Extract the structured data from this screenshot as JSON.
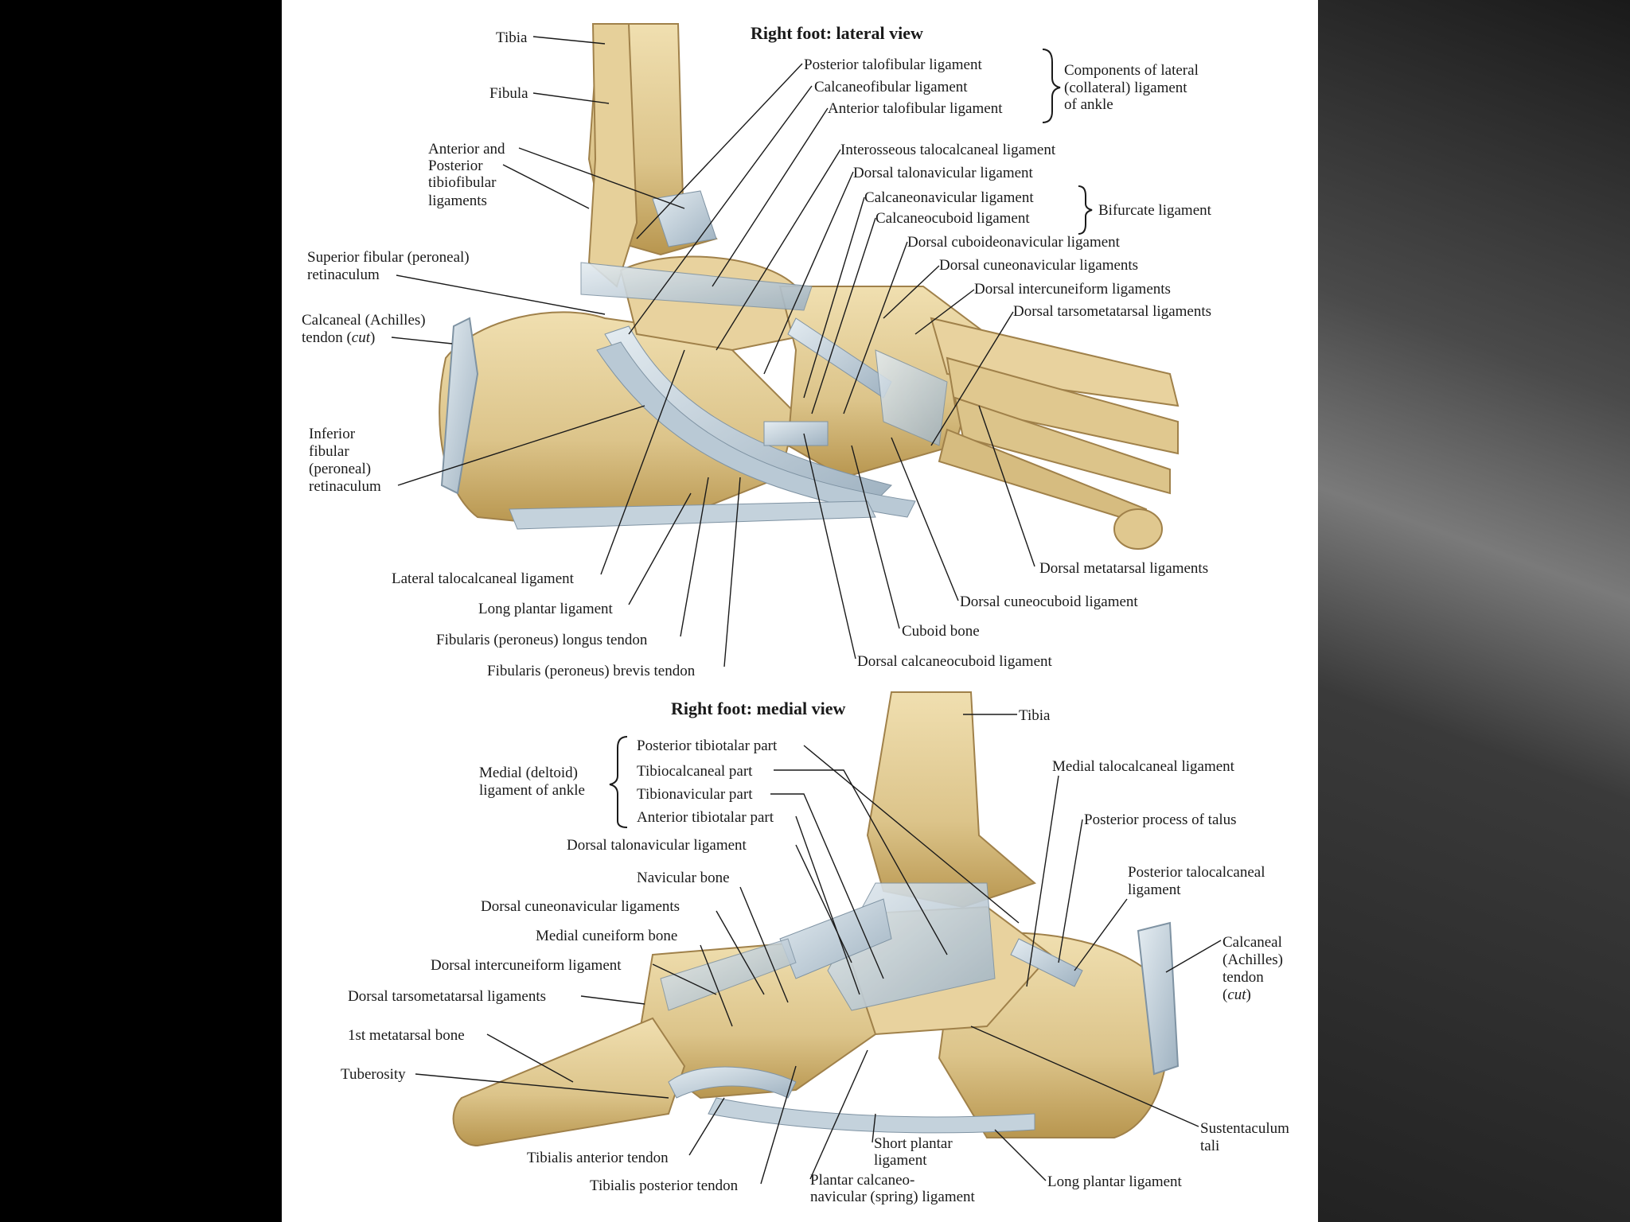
{
  "lateral": {
    "title": "Right foot: lateral view",
    "labels": {
      "tibia": "Tibia",
      "fibula": "Fibula",
      "ant_post_tibiofib_1": "Anterior and",
      "ant_post_tibiofib_2": "Posterior",
      "ant_post_tibiofib_3": "tibiofibular",
      "ant_post_tibiofib_4": "ligaments",
      "sup_fib_ret_1": "Superior fibular (peroneal)",
      "sup_fib_ret_2": "retinaculum",
      "achilles_1": "Calcaneal (Achilles)",
      "achilles_2": "tendon (",
      "achilles_cut": "cut",
      "achilles_3": ")",
      "inf_fib_ret_1": "Inferior",
      "inf_fib_ret_2": "fibular",
      "inf_fib_ret_3": "(peroneal)",
      "inf_fib_ret_4": "retinaculum",
      "post_talofib": "Posterior talofibular ligament",
      "calcaneofib": "Calcaneofibular ligament",
      "ant_talofib": "Anterior talofibular ligament",
      "lat_collat_1": "Components of lateral",
      "lat_collat_2": "(collateral) ligament",
      "lat_collat_3": "of ankle",
      "interosseous": "Interosseous talocalcaneal ligament",
      "dorsal_talonav": "Dorsal talonavicular ligament",
      "calcaneonav": "Calcaneonavicular ligament",
      "calcaneocub": "Calcaneocuboid ligament",
      "bifurcate": "Bifurcate ligament",
      "dorsal_cuboidnav": "Dorsal cuboideonavicular ligament",
      "dorsal_cuneonav": "Dorsal cuneonavicular ligaments",
      "dorsal_intercun": "Dorsal intercuneiform ligaments",
      "dorsal_tarsomet": "Dorsal tarsometatarsal ligaments",
      "dorsal_metatarsal": "Dorsal metatarsal ligaments",
      "dorsal_cuneocub": "Dorsal cuneocuboid ligament",
      "cuboid_bone": "Cuboid bone",
      "dorsal_calcaneocub": "Dorsal calcaneocuboid ligament",
      "lat_talocalc": "Lateral talocalcaneal ligament",
      "long_plantar": "Long plantar ligament",
      "fib_longus": "Fibularis (peroneus) longus tendon",
      "fib_brevis": "Fibularis (peroneus) brevis tendon"
    }
  },
  "medial": {
    "title": "Right foot: medial view",
    "labels": {
      "tibia": "Tibia",
      "deltoid_1": "Medial (deltoid)",
      "deltoid_2": "ligament of ankle",
      "post_tibiotalar": "Posterior tibiotalar part",
      "tibiocalcaneal": "Tibiocalcaneal part",
      "tibionavicular": "Tibionavicular part",
      "ant_tibiotalar": "Anterior tibiotalar part",
      "dorsal_talonav": "Dorsal talonavicular ligament",
      "navicular": "Navicular bone",
      "dorsal_cuneonav": "Dorsal cuneonavicular ligaments",
      "med_cuneiform": "Medial cuneiform bone",
      "dorsal_intercun": "Dorsal intercuneiform ligament",
      "dorsal_tarsomet": "Dorsal tarsometatarsal ligaments",
      "first_metatarsal": "1st metatarsal bone",
      "tuberosity": "Tuberosity",
      "tib_ant": "Tibialis anterior tendon",
      "tib_post": "Tibialis posterior tendon",
      "short_plantar_1": "Short plantar",
      "short_plantar_2": "ligament",
      "spring_1": "Plantar calcaneo-",
      "spring_2": "navicular (spring) ligament",
      "long_plantar": "Long plantar ligament",
      "sustentaculum_1": "Sustentaculum",
      "sustentaculum_2": "tali",
      "achilles_1": "Calcaneal",
      "achilles_2": "(Achilles)",
      "achilles_3": "tendon",
      "achilles_4": "cut",
      "post_talocalc_1": "Posterior talocalcaneal",
      "post_talocalc_2": "ligament",
      "post_process": "Posterior process of talus",
      "med_talocalc": "Medial talocalcaneal ligament"
    }
  },
  "colors": {
    "bone": "#dcc48a",
    "bone_dark": "#b8964f",
    "bone_light": "#f0dfb0",
    "ligament": "#c9d6df",
    "ligament_dark": "#8fa3b3"
  }
}
